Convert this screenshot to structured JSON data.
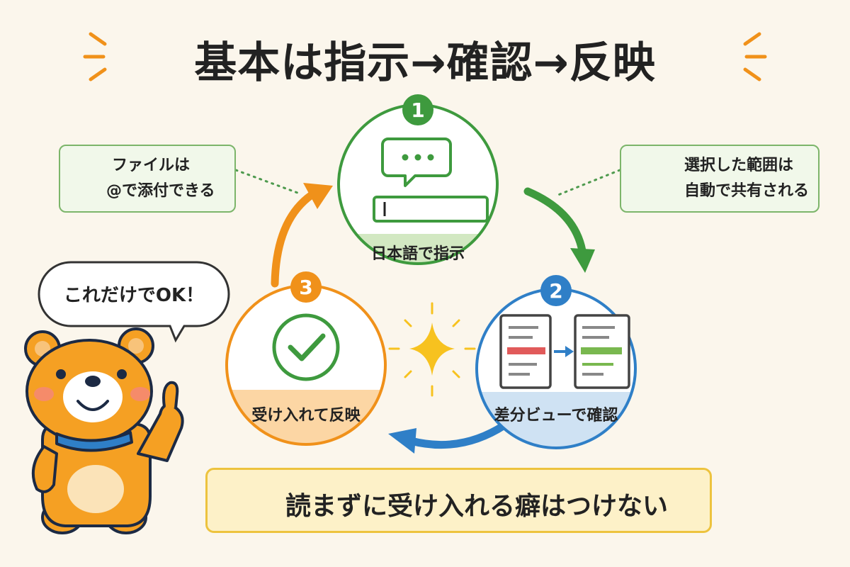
{
  "title": "基本は指示→確認→反映",
  "steps": [
    {
      "number": "1",
      "label": "日本語で指示",
      "color": "#3E9A3E"
    },
    {
      "number": "2",
      "label": "差分ビューで確認",
      "color": "#2F7FC7"
    },
    {
      "number": "3",
      "label": "受け入れて反映",
      "color": "#F0911A"
    }
  ],
  "tips": {
    "left": {
      "line1": "ファイルは",
      "line2": "@で添付できる"
    },
    "right": {
      "line1": "選択した範囲は",
      "line2": "自動で共有される"
    }
  },
  "speech_bubble": "これだけでOK！",
  "warning": "読まずに受け入れる癖はつけない",
  "icons": [
    "chat-bubble-icon",
    "input-box-icon",
    "diff-documents-icon",
    "checkmark-icon",
    "paperclip-icon",
    "selection-icon",
    "warning-icon",
    "sparkle-icon",
    "bear-mascot"
  ],
  "colors": {
    "background": "#FBF6EC",
    "green": "#3E9A3E",
    "blue": "#2F7FC7",
    "orange": "#F0911A",
    "warning": "#EDC33E"
  }
}
